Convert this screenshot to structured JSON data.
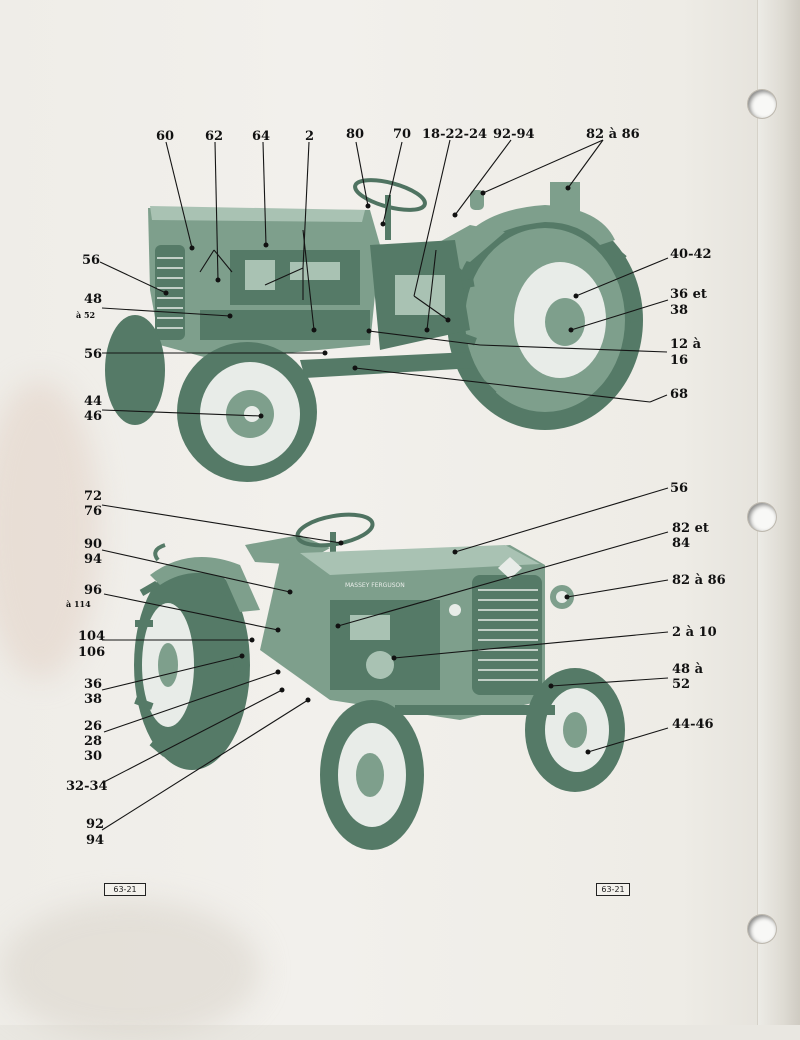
{
  "document": {
    "faded_title": "",
    "page_code_left": "63-21",
    "page_code_right": "63-21"
  },
  "top_view": {
    "callouts": [
      "60",
      "62",
      "64",
      "2",
      "80",
      "70",
      "18-22-24",
      "92-94",
      "82 à 86",
      "56",
      "48",
      "à 52",
      "56",
      "40-42",
      "36 et",
      "38",
      "12 à",
      "16",
      "44",
      "46",
      "68"
    ]
  },
  "bottom_view": {
    "hood_text": "MASSEY FERGUSON",
    "callouts": [
      "72",
      "76",
      "90",
      "94",
      "96",
      "à 114",
      "104",
      "106",
      "36",
      "38",
      "26",
      "28",
      "30",
      "32-34",
      "92",
      "94",
      "56",
      "82 et",
      "84",
      "82 à 86",
      "2 à 10",
      "48 à",
      "52",
      "44-46"
    ]
  },
  "colors": {
    "tractor_ink": "#7e9f8c",
    "tractor_dark": "#557a67",
    "paper": "#f0eee9"
  }
}
